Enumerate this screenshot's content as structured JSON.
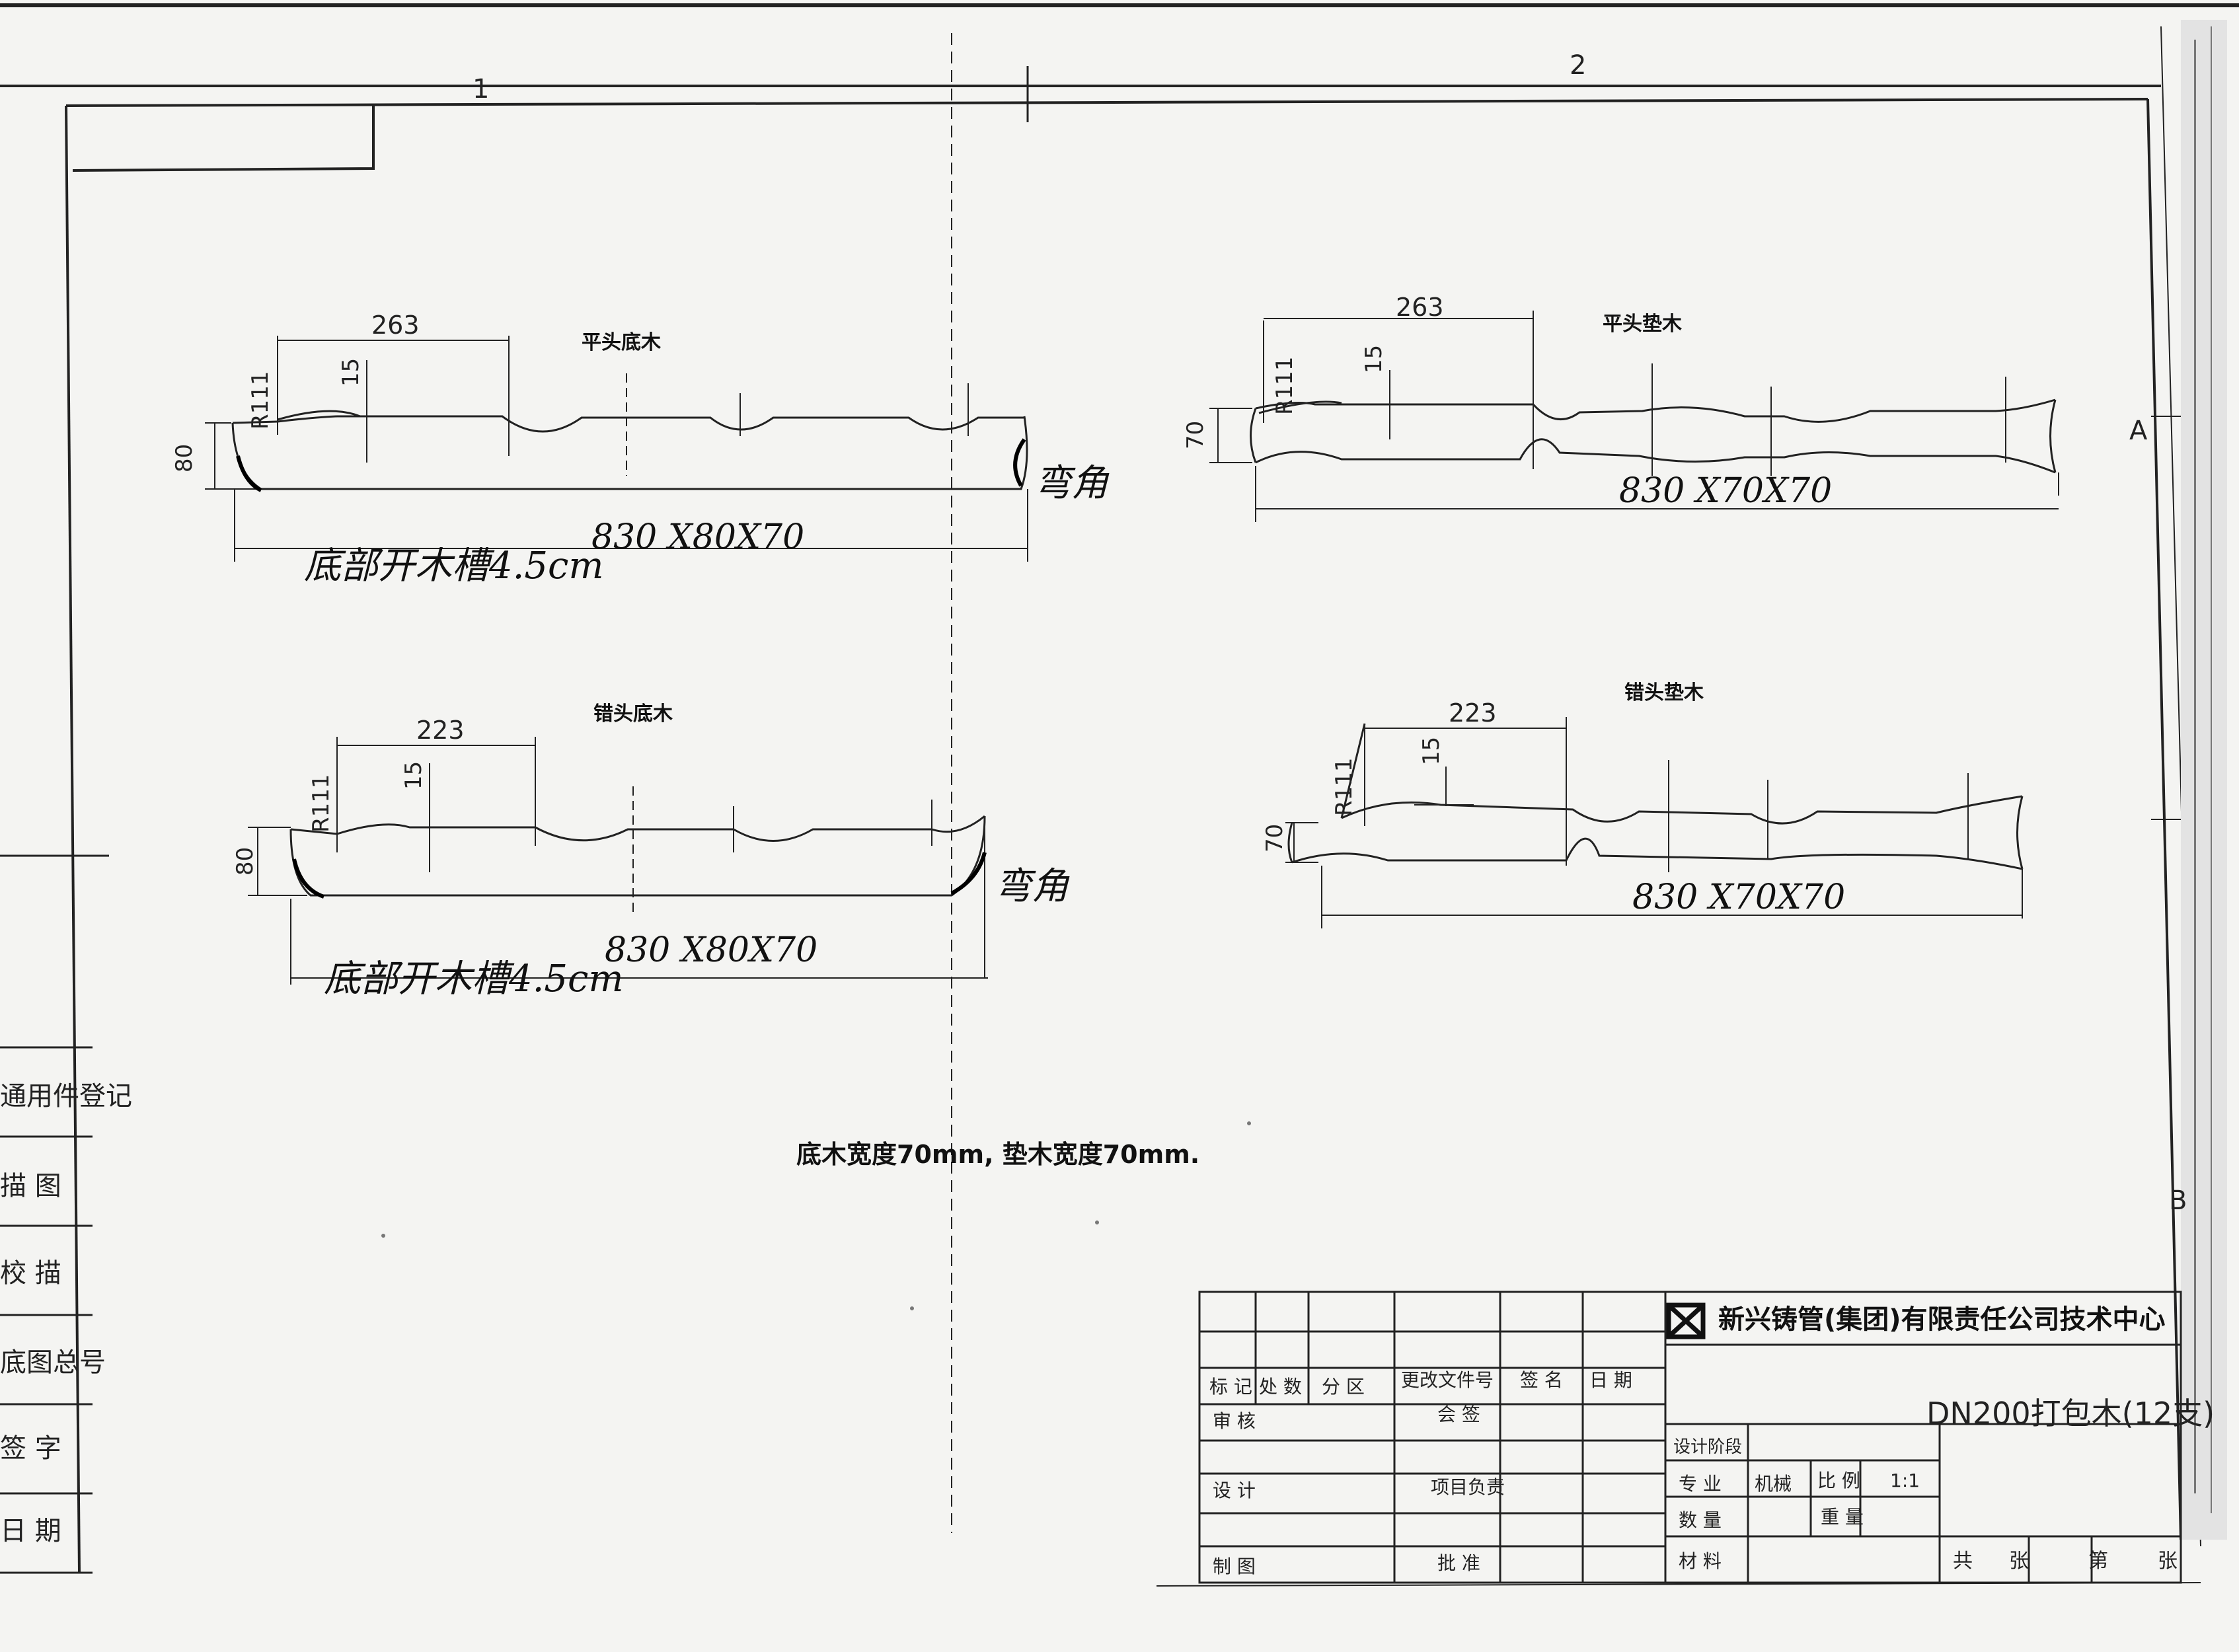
{
  "zones": {
    "col_1": "1",
    "col_2": "2",
    "row_a": "A",
    "row_b": "B"
  },
  "parts": [
    {
      "title": "平头底木",
      "top_dim": "263",
      "depth_dim": "15",
      "radius": "R111",
      "height_dim": "80",
      "note_corner": "弯角",
      "note_bottom": "底部开木槽4.5cm",
      "size_note": "830 X80X70"
    },
    {
      "title": "平头垫木",
      "top_dim": "263",
      "depth_dim": "15",
      "radius": "R111",
      "height_dim": "70",
      "size_note": "830 X70X70"
    },
    {
      "title": "错头底木",
      "top_dim": "223",
      "depth_dim": "15",
      "radius": "R111",
      "height_dim": "80",
      "note_corner": "弯角",
      "note_bottom": "底部开木槽4.5cm",
      "size_note": "830 X80X70"
    },
    {
      "title": "错头垫木",
      "top_dim": "223",
      "depth_dim": "15",
      "radius": "R111",
      "height_dim": "70",
      "size_note": "830 X70X70"
    }
  ],
  "general_note": "底木宽度70mm, 垫木宽度70mm.",
  "side_table": [
    "通用件登记",
    "描 图",
    "校 描",
    "底图总号",
    "签 字",
    "日 期"
  ],
  "title_block": {
    "company": "新兴铸管(集团)有限责任公司技术中心",
    "drawing_name": "DN200打包木(12支)",
    "rev_headers": [
      "标 记",
      "处 数",
      "分 区",
      "更改文件号",
      "签 名",
      "日 期"
    ],
    "left_labels": [
      "审 核",
      "设 计",
      "制 图"
    ],
    "mid_labels": [
      "会 签",
      "项目负责",
      "批 准"
    ],
    "info_labels": [
      "设计阶段",
      "专 业",
      "数 量",
      "材 料"
    ],
    "specialty": "机械",
    "scale_label": "比 例",
    "scale": "1:1",
    "weight_label": "重 量",
    "sheets": [
      "共",
      "张",
      "第",
      "张"
    ]
  }
}
